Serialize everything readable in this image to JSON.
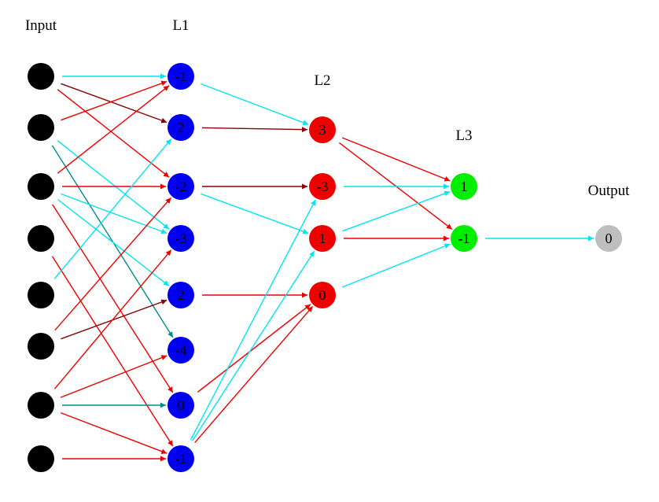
{
  "layers": [
    {
      "id": "input",
      "label": "Input",
      "color": "#000000",
      "values": [
        "",
        "",
        "",
        "",
        "",
        "",
        "",
        ""
      ]
    },
    {
      "id": "l1",
      "label": "L1",
      "color": "#0000ee",
      "values": [
        "-1",
        "2",
        "-2",
        "-3",
        "2",
        "-4",
        "0",
        "-1"
      ]
    },
    {
      "id": "l2",
      "label": "L2",
      "color": "#ee0000",
      "values": [
        "3",
        "-3",
        "1",
        "0"
      ]
    },
    {
      "id": "l3",
      "label": "L3",
      "color": "#00ee00",
      "values": [
        "1",
        "-1"
      ]
    },
    {
      "id": "output",
      "label": "Output",
      "color": "#bebebe",
      "values": [
        "0"
      ]
    }
  ],
  "edge_colors": {
    "cyan": "#00e5ee",
    "red": "#ee0000",
    "darkred": "#8b0000",
    "teal": "#008b8b"
  },
  "edges": [
    {
      "from": "input.0",
      "to": "l1.0",
      "color": "cyan"
    },
    {
      "from": "input.0",
      "to": "l1.1",
      "color": "darkred"
    },
    {
      "from": "input.0",
      "to": "l1.2",
      "color": "red"
    },
    {
      "from": "input.1",
      "to": "l1.0",
      "color": "red"
    },
    {
      "from": "input.1",
      "to": "l1.3",
      "color": "cyan"
    },
    {
      "from": "input.1",
      "to": "l1.5",
      "color": "teal"
    },
    {
      "from": "input.2",
      "to": "l1.0",
      "color": "red"
    },
    {
      "from": "input.2",
      "to": "l1.2",
      "color": "red"
    },
    {
      "from": "input.2",
      "to": "l1.3",
      "color": "cyan"
    },
    {
      "from": "input.2",
      "to": "l1.4",
      "color": "cyan"
    },
    {
      "from": "input.2",
      "to": "l1.6",
      "color": "red"
    },
    {
      "from": "input.3",
      "to": "l1.7",
      "color": "red"
    },
    {
      "from": "input.4",
      "to": "l1.1",
      "color": "cyan"
    },
    {
      "from": "input.5",
      "to": "l1.2",
      "color": "red"
    },
    {
      "from": "input.5",
      "to": "l1.4",
      "color": "darkred"
    },
    {
      "from": "input.6",
      "to": "l1.3",
      "color": "red"
    },
    {
      "from": "input.6",
      "to": "l1.5",
      "color": "red"
    },
    {
      "from": "input.6",
      "to": "l1.6",
      "color": "teal"
    },
    {
      "from": "input.6",
      "to": "l1.7",
      "color": "red"
    },
    {
      "from": "input.7",
      "to": "l1.7",
      "color": "red"
    },
    {
      "from": "l1.0",
      "to": "l2.0",
      "color": "cyan"
    },
    {
      "from": "l1.1",
      "to": "l2.0",
      "color": "darkred"
    },
    {
      "from": "l1.2",
      "to": "l2.1",
      "color": "darkred"
    },
    {
      "from": "l1.2",
      "to": "l2.2",
      "color": "cyan"
    },
    {
      "from": "l1.4",
      "to": "l2.3",
      "color": "red"
    },
    {
      "from": "l1.6",
      "to": "l2.3",
      "color": "red"
    },
    {
      "from": "l1.7",
      "to": "l2.1",
      "color": "cyan"
    },
    {
      "from": "l1.7",
      "to": "l2.2",
      "color": "cyan"
    },
    {
      "from": "l1.7",
      "to": "l2.3",
      "color": "red"
    },
    {
      "from": "l2.0",
      "to": "l3.0",
      "color": "red"
    },
    {
      "from": "l2.0",
      "to": "l3.1",
      "color": "red"
    },
    {
      "from": "l2.1",
      "to": "l3.0",
      "color": "cyan"
    },
    {
      "from": "l2.2",
      "to": "l3.0",
      "color": "cyan"
    },
    {
      "from": "l2.2",
      "to": "l3.1",
      "color": "red"
    },
    {
      "from": "l2.3",
      "to": "l3.1",
      "color": "cyan"
    },
    {
      "from": "l3.1",
      "to": "output.0",
      "color": "cyan"
    }
  ]
}
